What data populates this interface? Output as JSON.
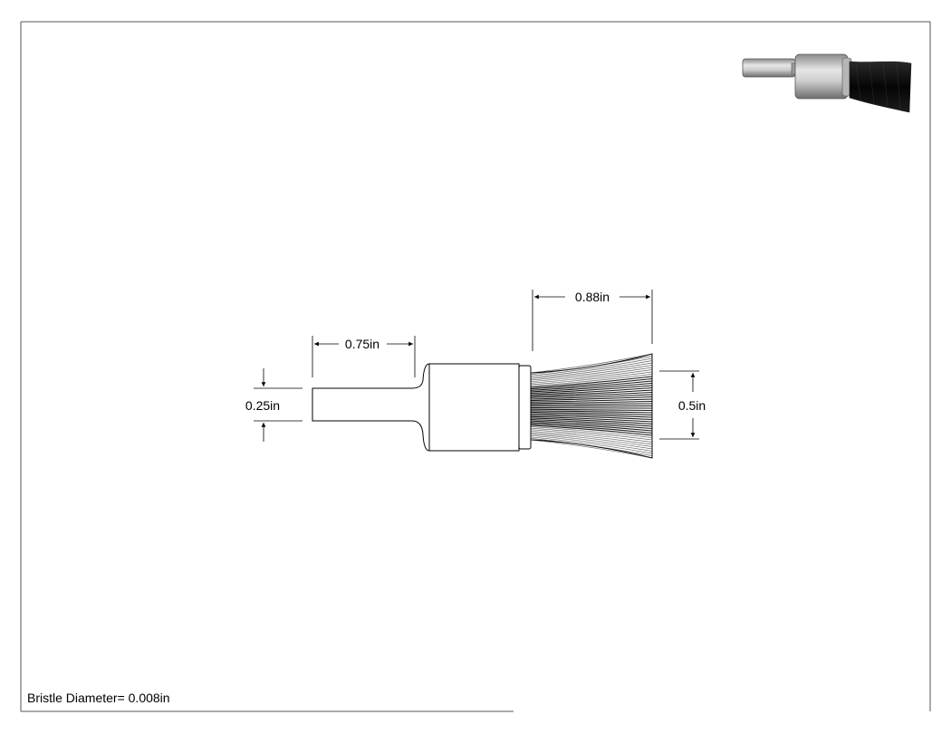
{
  "drawing": {
    "dimensions": {
      "shank_length": "0.75in",
      "shank_diameter": "0.25in",
      "trim_length": "0.88in",
      "brush_diameter": "0.5in"
    },
    "note": "Bristle Diameter= 0.008in"
  },
  "colors": {
    "line": "#000000",
    "sheet_border": "#555555",
    "bristle_dark": "#111111",
    "metal_light": "#d9d9d9",
    "metal_dark": "#7a7a7a"
  }
}
